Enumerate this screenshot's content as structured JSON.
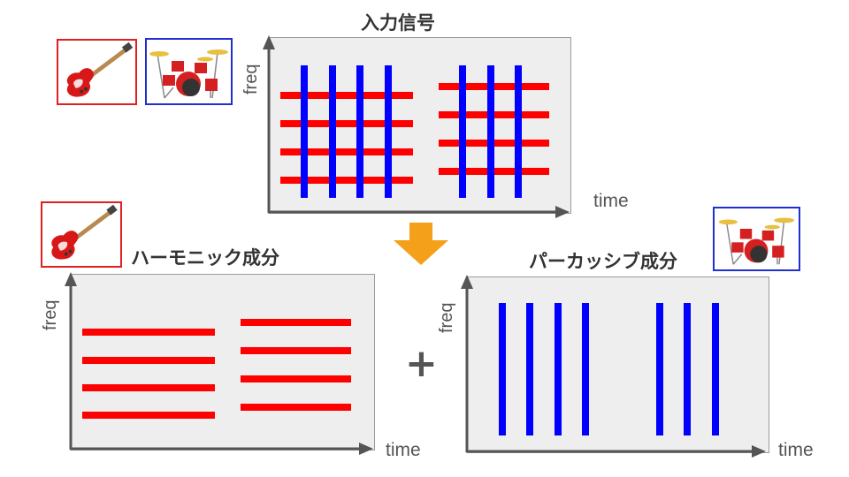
{
  "titles": {
    "input": "入力信号",
    "harmonic": "ハーモニック成分",
    "percussive": "パーカッシブ成分"
  },
  "axes": {
    "x": "time",
    "y": "freq"
  },
  "operator": "+",
  "colors": {
    "harmonic": "#ff0000",
    "percussive": "#0000ff",
    "plot_bg": "#eeeeee",
    "axis": "#555555",
    "arrow": "#f5a01a",
    "guitar_border": "#e02020",
    "drums_border": "#1f2fd0"
  },
  "icons": {
    "guitar": "electric-guitar-icon",
    "drums": "drum-kit-icon",
    "arrow": "down-arrow-icon"
  }
}
